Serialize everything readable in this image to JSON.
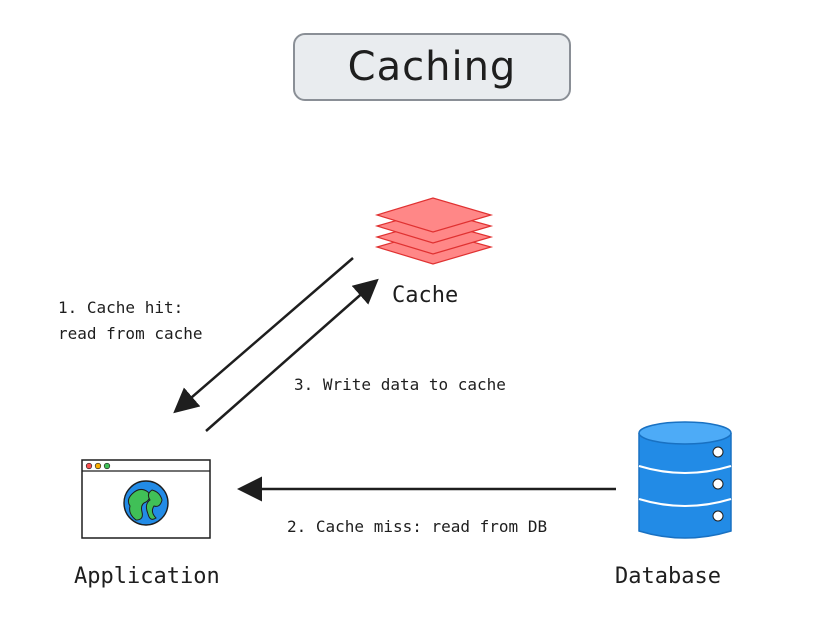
{
  "title": "Caching",
  "nodes": {
    "cache": {
      "label": "Cache",
      "color": "#ff8787",
      "stroke": "#e03131"
    },
    "application": {
      "label": "Application"
    },
    "database": {
      "label": "Database",
      "color": "#228be6",
      "stroke": "#1971c2"
    }
  },
  "edges": {
    "cache_hit": {
      "line1": "1. Cache hit:",
      "line2": "read from cache"
    },
    "write": {
      "label": "3. Write data to cache"
    },
    "cache_miss": {
      "label": "2. Cache miss: read from DB"
    }
  },
  "icons": {
    "cache": "stacked-layers-icon",
    "application": "browser-window-globe-icon",
    "database": "database-cylinder-icon"
  }
}
